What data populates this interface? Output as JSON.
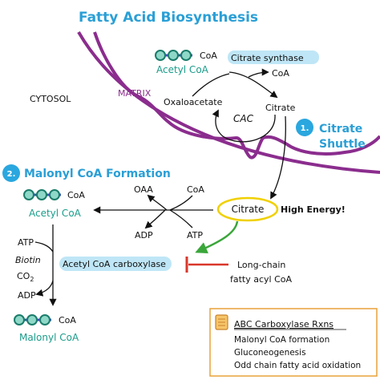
{
  "title": "Fatty Acid Biosynthesis",
  "colors": {
    "title": "#2a9fd6",
    "teal": "#1a9c8a",
    "membrane": "#8b2d8e",
    "badge": "#2aa7df",
    "highlight": "#bfe6f6",
    "citrate_oval": "#f0d000",
    "green_arrow": "#3aa63a",
    "inhibit": "#d9362b",
    "note_border": "#e8a23a"
  },
  "compartments": {
    "cytosol": "CYTOSOL",
    "matrix": "MATRIX"
  },
  "matrix": {
    "coa": "CoA",
    "acetyl_coa": "Acetyl CoA",
    "enzyme": "Citrate synthase",
    "coa_released": "CoA",
    "oxaloacetate": "Oxaloacetate",
    "citrate": "Citrate",
    "cycle": "CAC"
  },
  "step1": {
    "number": "1.",
    "line1": "Citrate",
    "line2": "Shuttle"
  },
  "step2": {
    "number": "2.",
    "label": "Malonyl CoA Formation"
  },
  "cytosol_reaction": {
    "coa_top": "CoA",
    "acetyl_coa": "Acetyl CoA",
    "oaa": "OAA",
    "coa_in": "CoA",
    "adp": "ADP",
    "atp": "ATP",
    "citrate": "Citrate",
    "high_energy": "High Energy!"
  },
  "carboxylation": {
    "atp": "ATP",
    "biotin": "Biotin",
    "co2": "CO",
    "co2_sub": "2",
    "adp": "ADP",
    "enzyme": "Acetyl CoA carboxylase",
    "coa_bottom": "CoA",
    "malonyl_coa": "Malonyl CoA"
  },
  "inhibitor": {
    "line1": "Long-chain",
    "line2": "fatty acyl CoA"
  },
  "note": {
    "title": "ABC Carboxylase Rxns",
    "items": [
      "Malonyl CoA formation",
      "Gluconeogenesis",
      "Odd chain fatty acid oxidation"
    ]
  }
}
